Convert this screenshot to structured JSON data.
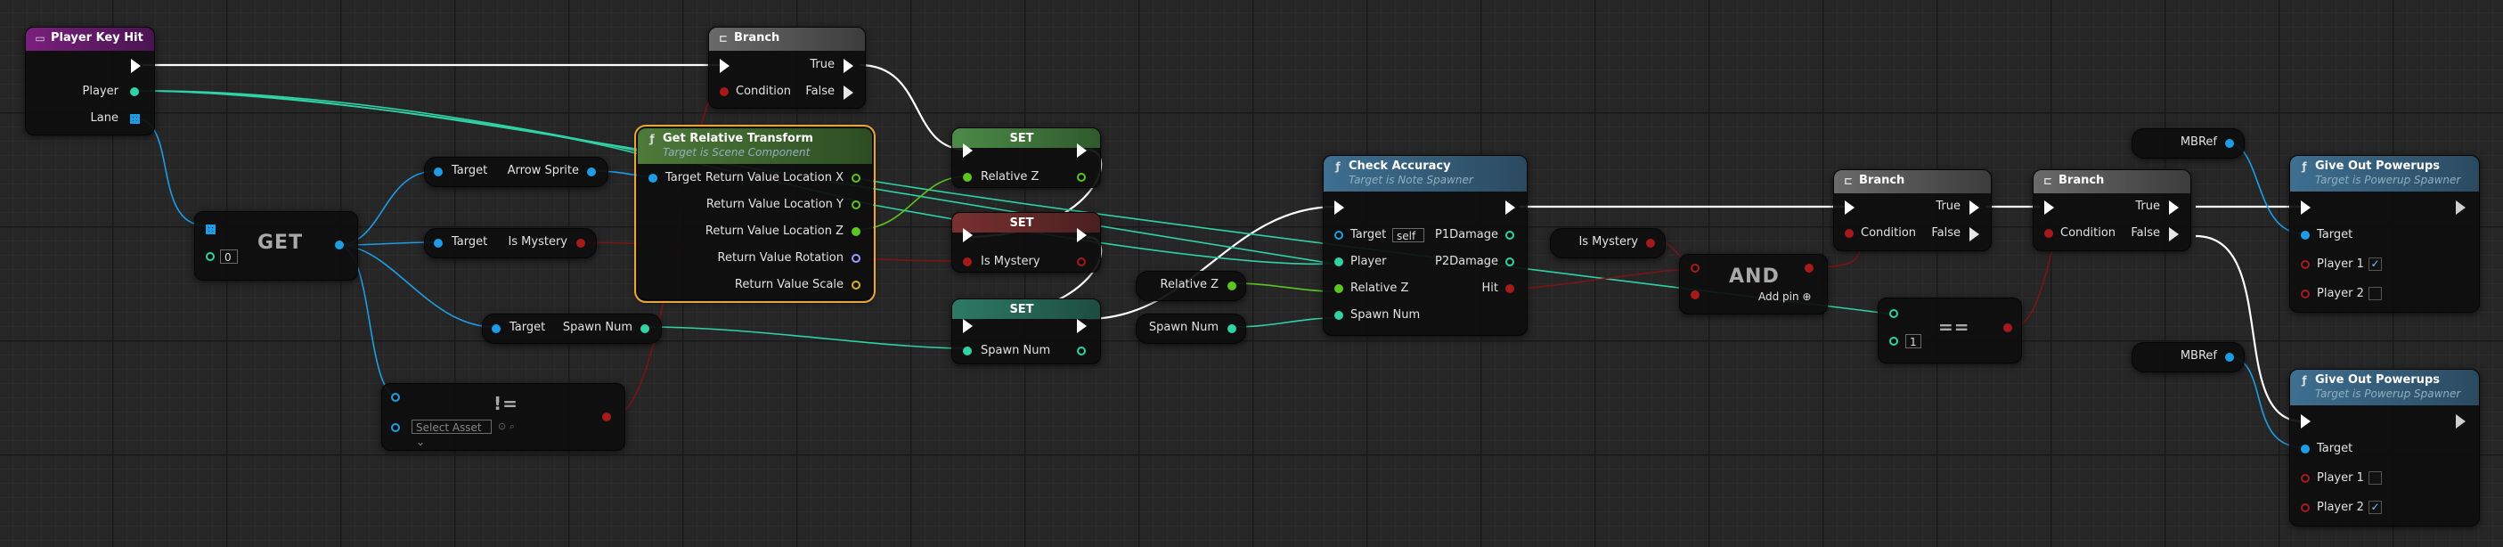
{
  "colors": {
    "exec": "#ffffff",
    "object": "#1e9de6",
    "struct": "#2fd3a5",
    "bool": "#a71a1a",
    "float": "#5cc520",
    "int": "#2fd3a5"
  },
  "nodes": {
    "player_key_hit": {
      "title": "Player Key Hit",
      "pins": {
        "player": "Player",
        "lane": "Lane"
      }
    },
    "branch1": {
      "title": "Branch",
      "condition": "Condition",
      "true": "True",
      "false": "False"
    },
    "get_relative_transform": {
      "title": "Get Relative Transform",
      "subtitle": "Target is Scene Component",
      "target": "Target",
      "outputs": [
        "Return Value Location X",
        "Return Value Location Y",
        "Return Value Location Z",
        "Return Value Rotation",
        "Return Value Scale"
      ]
    },
    "get_array": {
      "title": "GET",
      "index": "0"
    },
    "arrow_sprite": {
      "target": "Target",
      "output": "Arrow Sprite"
    },
    "is_mystery_get": {
      "target": "Target",
      "output": "Is Mystery"
    },
    "spawn_num_get": {
      "target": "Target",
      "output": "Spawn Num"
    },
    "not_equal": {
      "symbol": "!=",
      "asset_placeholder": "Select Asset"
    },
    "set1": {
      "title": "SET",
      "field": "Relative Z"
    },
    "set2": {
      "title": "SET",
      "field": "Is Mystery"
    },
    "set3": {
      "title": "SET",
      "field": "Spawn Num"
    },
    "relative_z_var": {
      "label": "Relative Z"
    },
    "spawn_num_var": {
      "label": "Spawn Num"
    },
    "check_accuracy": {
      "title": "Check Accuracy",
      "subtitle": "Target is Note Spawner",
      "target": "Target",
      "self": "self",
      "player": "Player",
      "relative_z": "Relative Z",
      "spawn_num": "Spawn Num",
      "p1damage": "P1Damage",
      "p2damage": "P2Damage",
      "hit": "Hit"
    },
    "is_mystery_var": {
      "label": "Is Mystery"
    },
    "and_node": {
      "title": "AND",
      "add_pin": "Add pin"
    },
    "equals_node": {
      "symbol": "==",
      "value": "1"
    },
    "branch2": {
      "title": "Branch",
      "condition": "Condition",
      "true": "True",
      "false": "False"
    },
    "branch3": {
      "title": "Branch",
      "condition": "Condition",
      "true": "True",
      "false": "False"
    },
    "mbref1": {
      "label": "MBRef"
    },
    "mbref2": {
      "label": "MBRef"
    },
    "give_powerups1": {
      "title": "Give Out Powerups",
      "subtitle": "Target is Powerup Spawner",
      "target": "Target",
      "player1": "Player 1",
      "player2": "Player 2",
      "p1_checked": "✓",
      "p2_checked": ""
    },
    "give_powerups2": {
      "title": "Give Out Powerups",
      "subtitle": "Target is Powerup Spawner",
      "target": "Target",
      "player1": "Player 1",
      "player2": "Player 2",
      "p1_checked": "",
      "p2_checked": "✓"
    }
  }
}
